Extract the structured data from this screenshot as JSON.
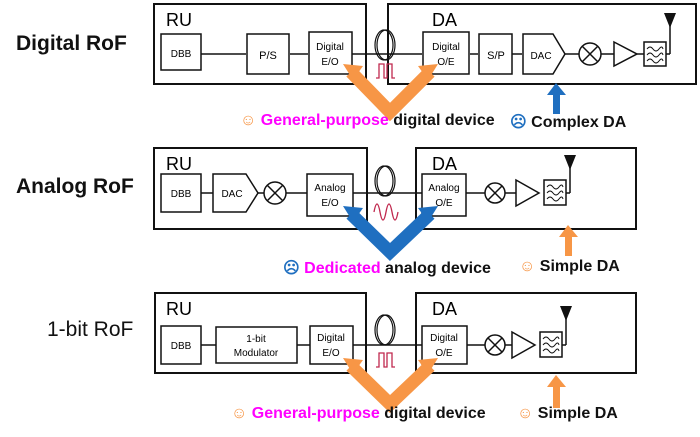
{
  "colors": {
    "orange": "#f79646",
    "blue": "#1f6fc0",
    "magenta": "#ff00ff",
    "signal": "#c0284e"
  },
  "rows": [
    {
      "title": "Digital RoF",
      "ru_label": "RU",
      "da_label": "DA",
      "ru_blocks": [
        "DBB",
        "P/S",
        "Digital\nE/O"
      ],
      "da_blocks": [
        "Digital\nO/E",
        "S/P",
        "DAC"
      ],
      "fiber_signal": "square-pulse",
      "caption_left": {
        "face": "☺",
        "highlight": "General-purpose",
        "rest": " digital device"
      },
      "caption_right": {
        "face": "☹",
        "text": "Complex DA"
      }
    },
    {
      "title": "Analog RoF",
      "ru_label": "RU",
      "da_label": "DA",
      "ru_blocks": [
        "DBB",
        "DAC",
        "Analog\nE/O"
      ],
      "da_blocks": [
        "Analog\nO/E"
      ],
      "fiber_signal": "sine-wave",
      "caption_left": {
        "face": "☹",
        "highlight": "Dedicated",
        "rest": " analog device"
      },
      "caption_right": {
        "face": "☺",
        "text": "Simple DA"
      }
    },
    {
      "title": "1-bit RoF",
      "ru_label": "RU",
      "da_label": "DA",
      "ru_blocks": [
        "DBB",
        "1-bit\nModulator",
        "Digital\nE/O"
      ],
      "da_blocks": [
        "Digital\nO/E"
      ],
      "fiber_signal": "square-pulse",
      "caption_left": {
        "face": "☺",
        "highlight": "General-purpose",
        "rest": " digital device"
      },
      "caption_right": {
        "face": "☺",
        "text": "Simple DA"
      }
    }
  ]
}
